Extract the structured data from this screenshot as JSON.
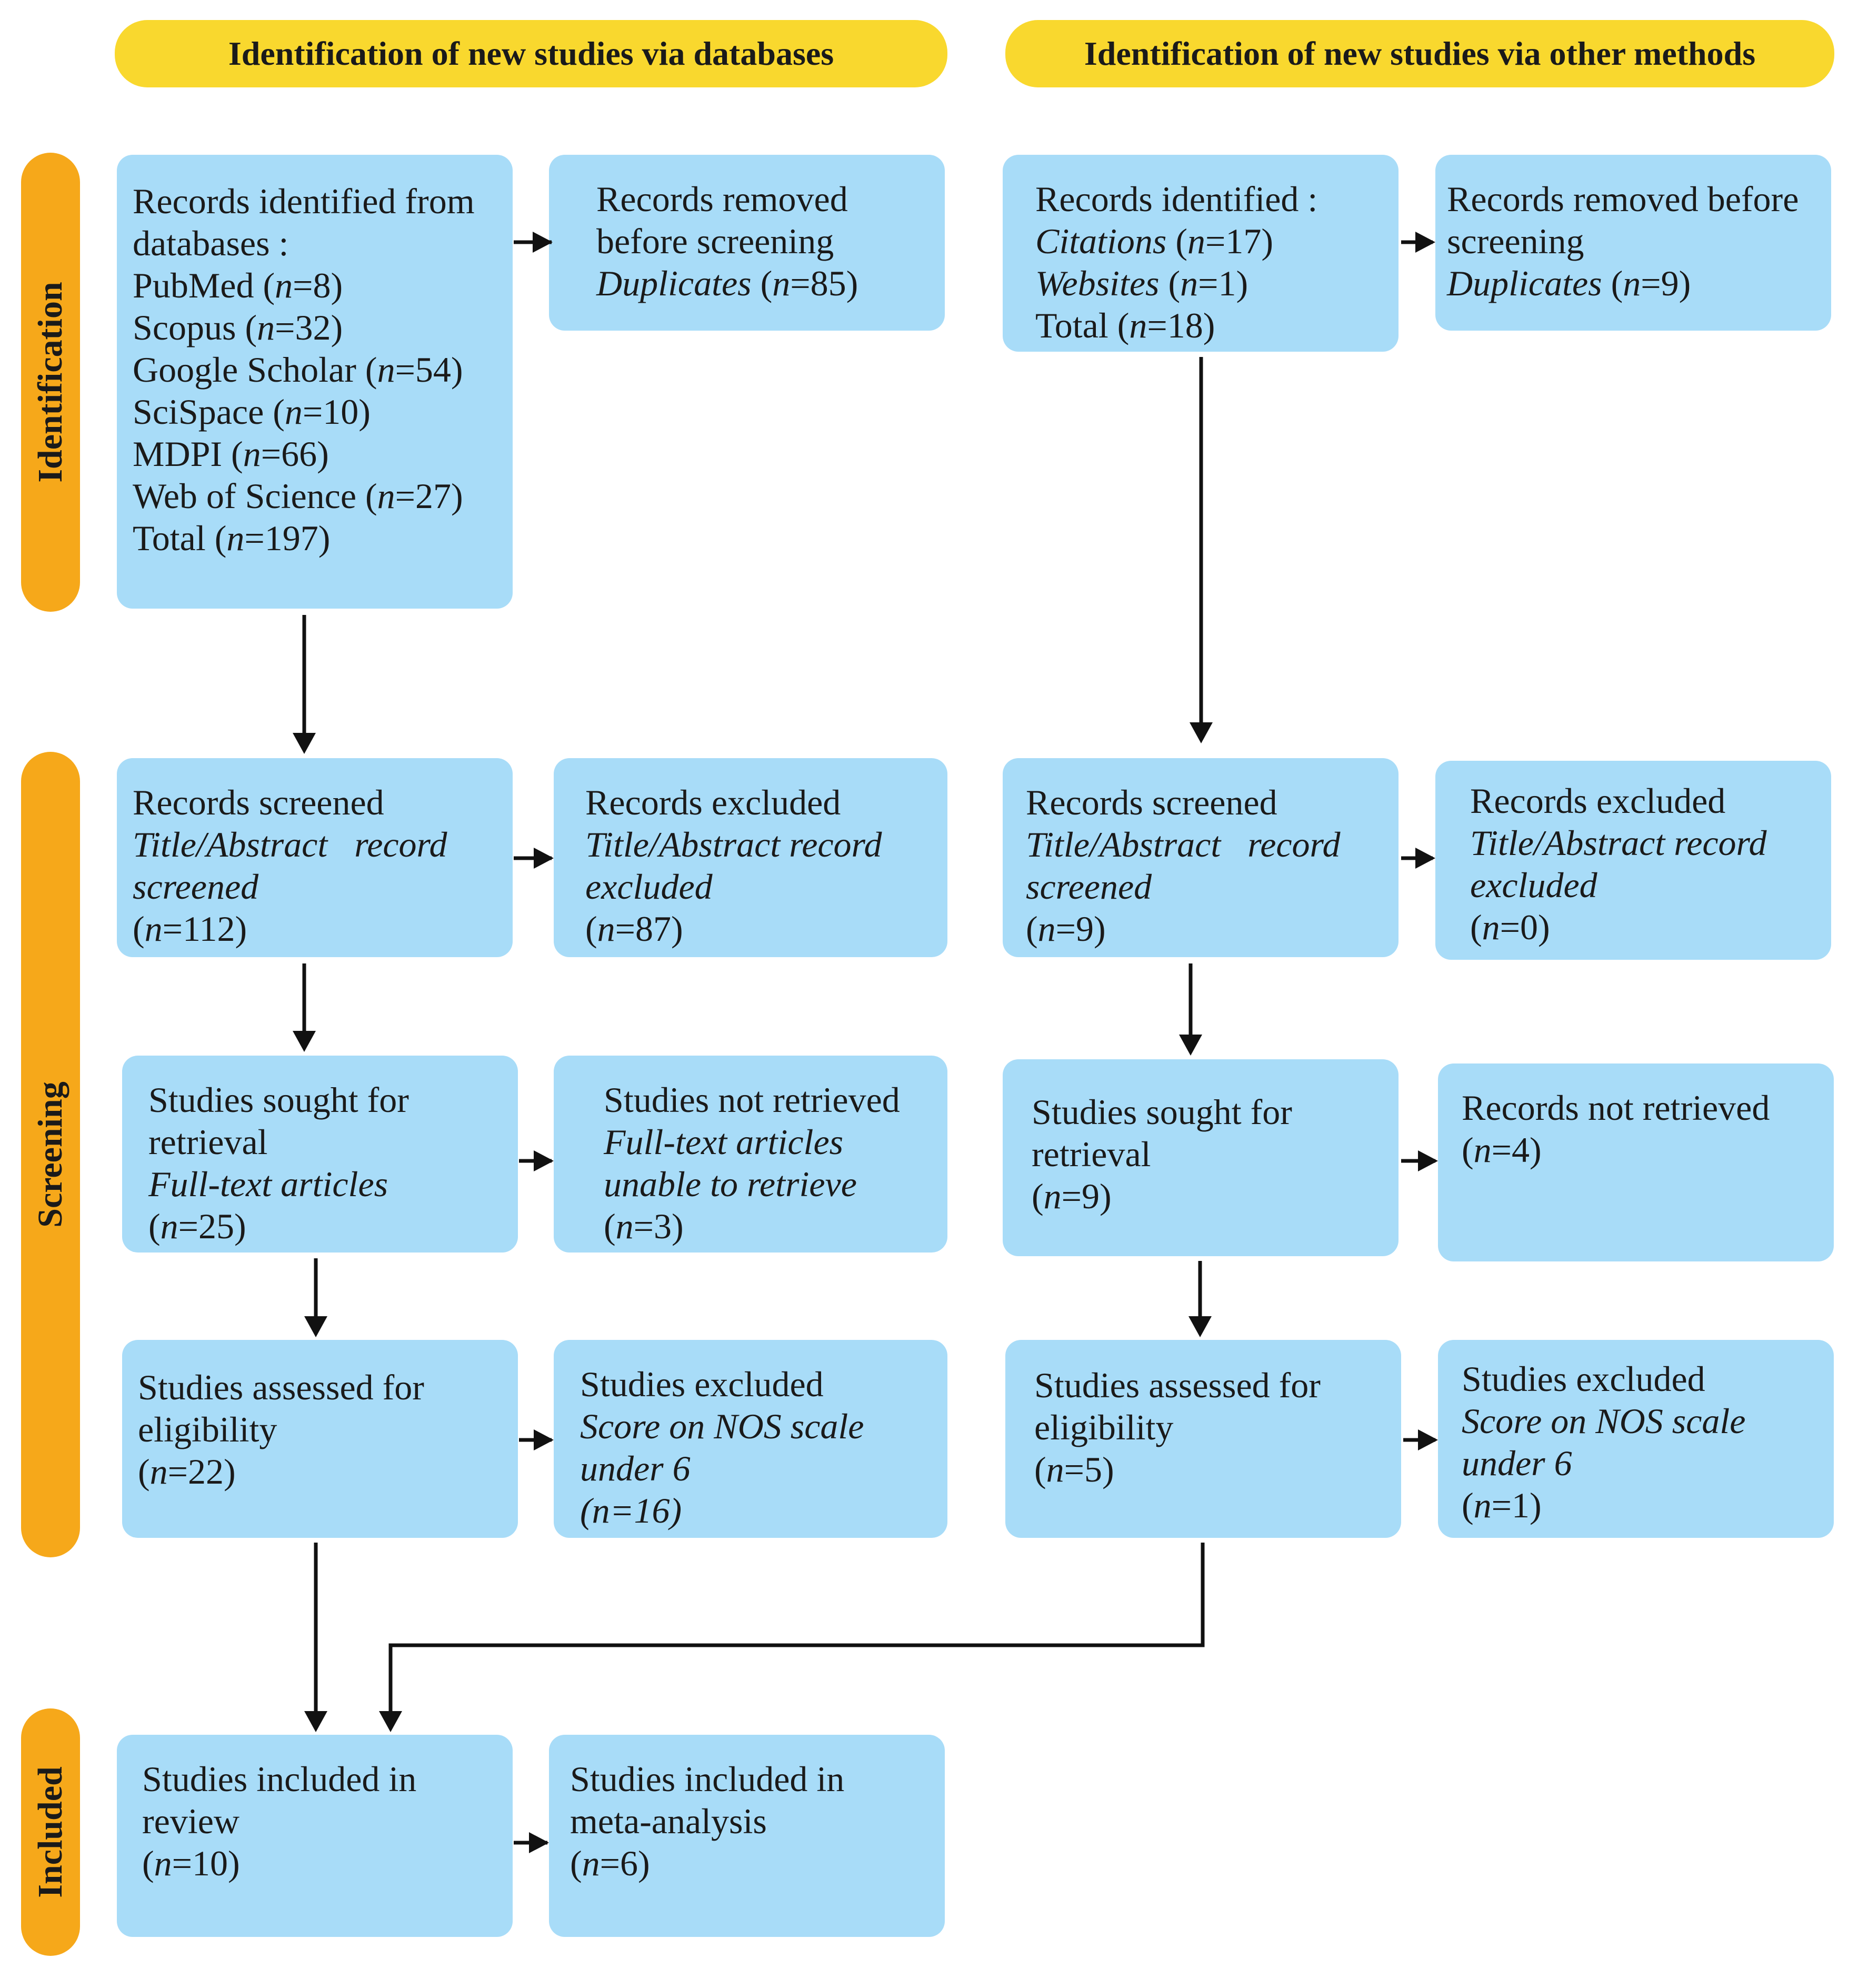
{
  "headers": {
    "databases": "Identification of new studies via databases",
    "other": "Identification of new studies via other methods"
  },
  "phases": {
    "identification": "Identification",
    "screening": "Screening",
    "included": "Included"
  },
  "db": {
    "identified": {
      "title1": "Records identified from",
      "title2": "databases :",
      "sources": [
        {
          "name": "PubMed",
          "n": "8"
        },
        {
          "name": "Scopus",
          "n": "32"
        },
        {
          "name": "Google Scholar",
          "n": "54"
        },
        {
          "name": "SciSpace",
          "n": "10"
        },
        {
          "name": "MDPI",
          "n": "66"
        },
        {
          "name": "Web of Science",
          "n": "27"
        },
        {
          "name": "Total",
          "n": "197"
        }
      ]
    },
    "removed": {
      "title1": "Records removed",
      "title2": "before screening",
      "label": "Duplicates",
      "n": "85"
    },
    "screened": {
      "title": "Records screened",
      "sub1": "Title/Abstract   record",
      "sub2": "screened",
      "n": "112"
    },
    "excluded": {
      "title": "Records excluded",
      "sub1": "Title/Abstract record",
      "sub2": "excluded",
      "n": "87"
    },
    "sought": {
      "title1": "Studies sought for",
      "title2": "retrieval",
      "sub": "Full-text articles",
      "n": "25"
    },
    "not_retrieved": {
      "title": "Studies not retrieved",
      "sub1": "Full-text articles",
      "sub2": "unable to retrieve",
      "n": "3"
    },
    "assessed": {
      "title1": "Studies assessed for",
      "title2": "eligibility",
      "n": "22"
    },
    "studies_excluded": {
      "title": "Studies excluded",
      "sub1": "Score on NOS scale",
      "sub2": "under 6",
      "n": "16"
    },
    "included_review": {
      "title1": "Studies included in",
      "title2": "review",
      "n": "10"
    },
    "included_meta": {
      "title1": "Studies included in",
      "title2": "meta-analysis",
      "n": "6"
    }
  },
  "other": {
    "identified": {
      "title": "Records identified :",
      "sources": [
        {
          "name": "Citations",
          "n": "17"
        },
        {
          "name": "Websites",
          "n": "1"
        },
        {
          "name": "Total",
          "n": "18"
        }
      ]
    },
    "removed": {
      "title1": "Records removed before",
      "title2": "screening",
      "label": "Duplicates",
      "n": "9"
    },
    "screened": {
      "title": "Records screened",
      "sub1": "Title/Abstract   record",
      "sub2": "screened",
      "n": "9"
    },
    "excluded": {
      "title": "Records excluded",
      "sub1": "Title/Abstract record",
      "sub2": "excluded",
      "n": "0"
    },
    "sought": {
      "title1": "Studies sought for",
      "title2": "retrieval",
      "n": "9"
    },
    "not_retrieved": {
      "title": "Records not retrieved",
      "n": "4"
    },
    "assessed": {
      "title1": "Studies assessed for",
      "title2": "eligibility",
      "n": "5"
    },
    "studies_excluded": {
      "title": "Studies excluded",
      "sub1": "Score on NOS scale",
      "sub2": "under 6",
      "n": "1"
    }
  },
  "labels": {
    "n": "n",
    "eq": "=",
    "open": "(",
    "close": ")"
  }
}
